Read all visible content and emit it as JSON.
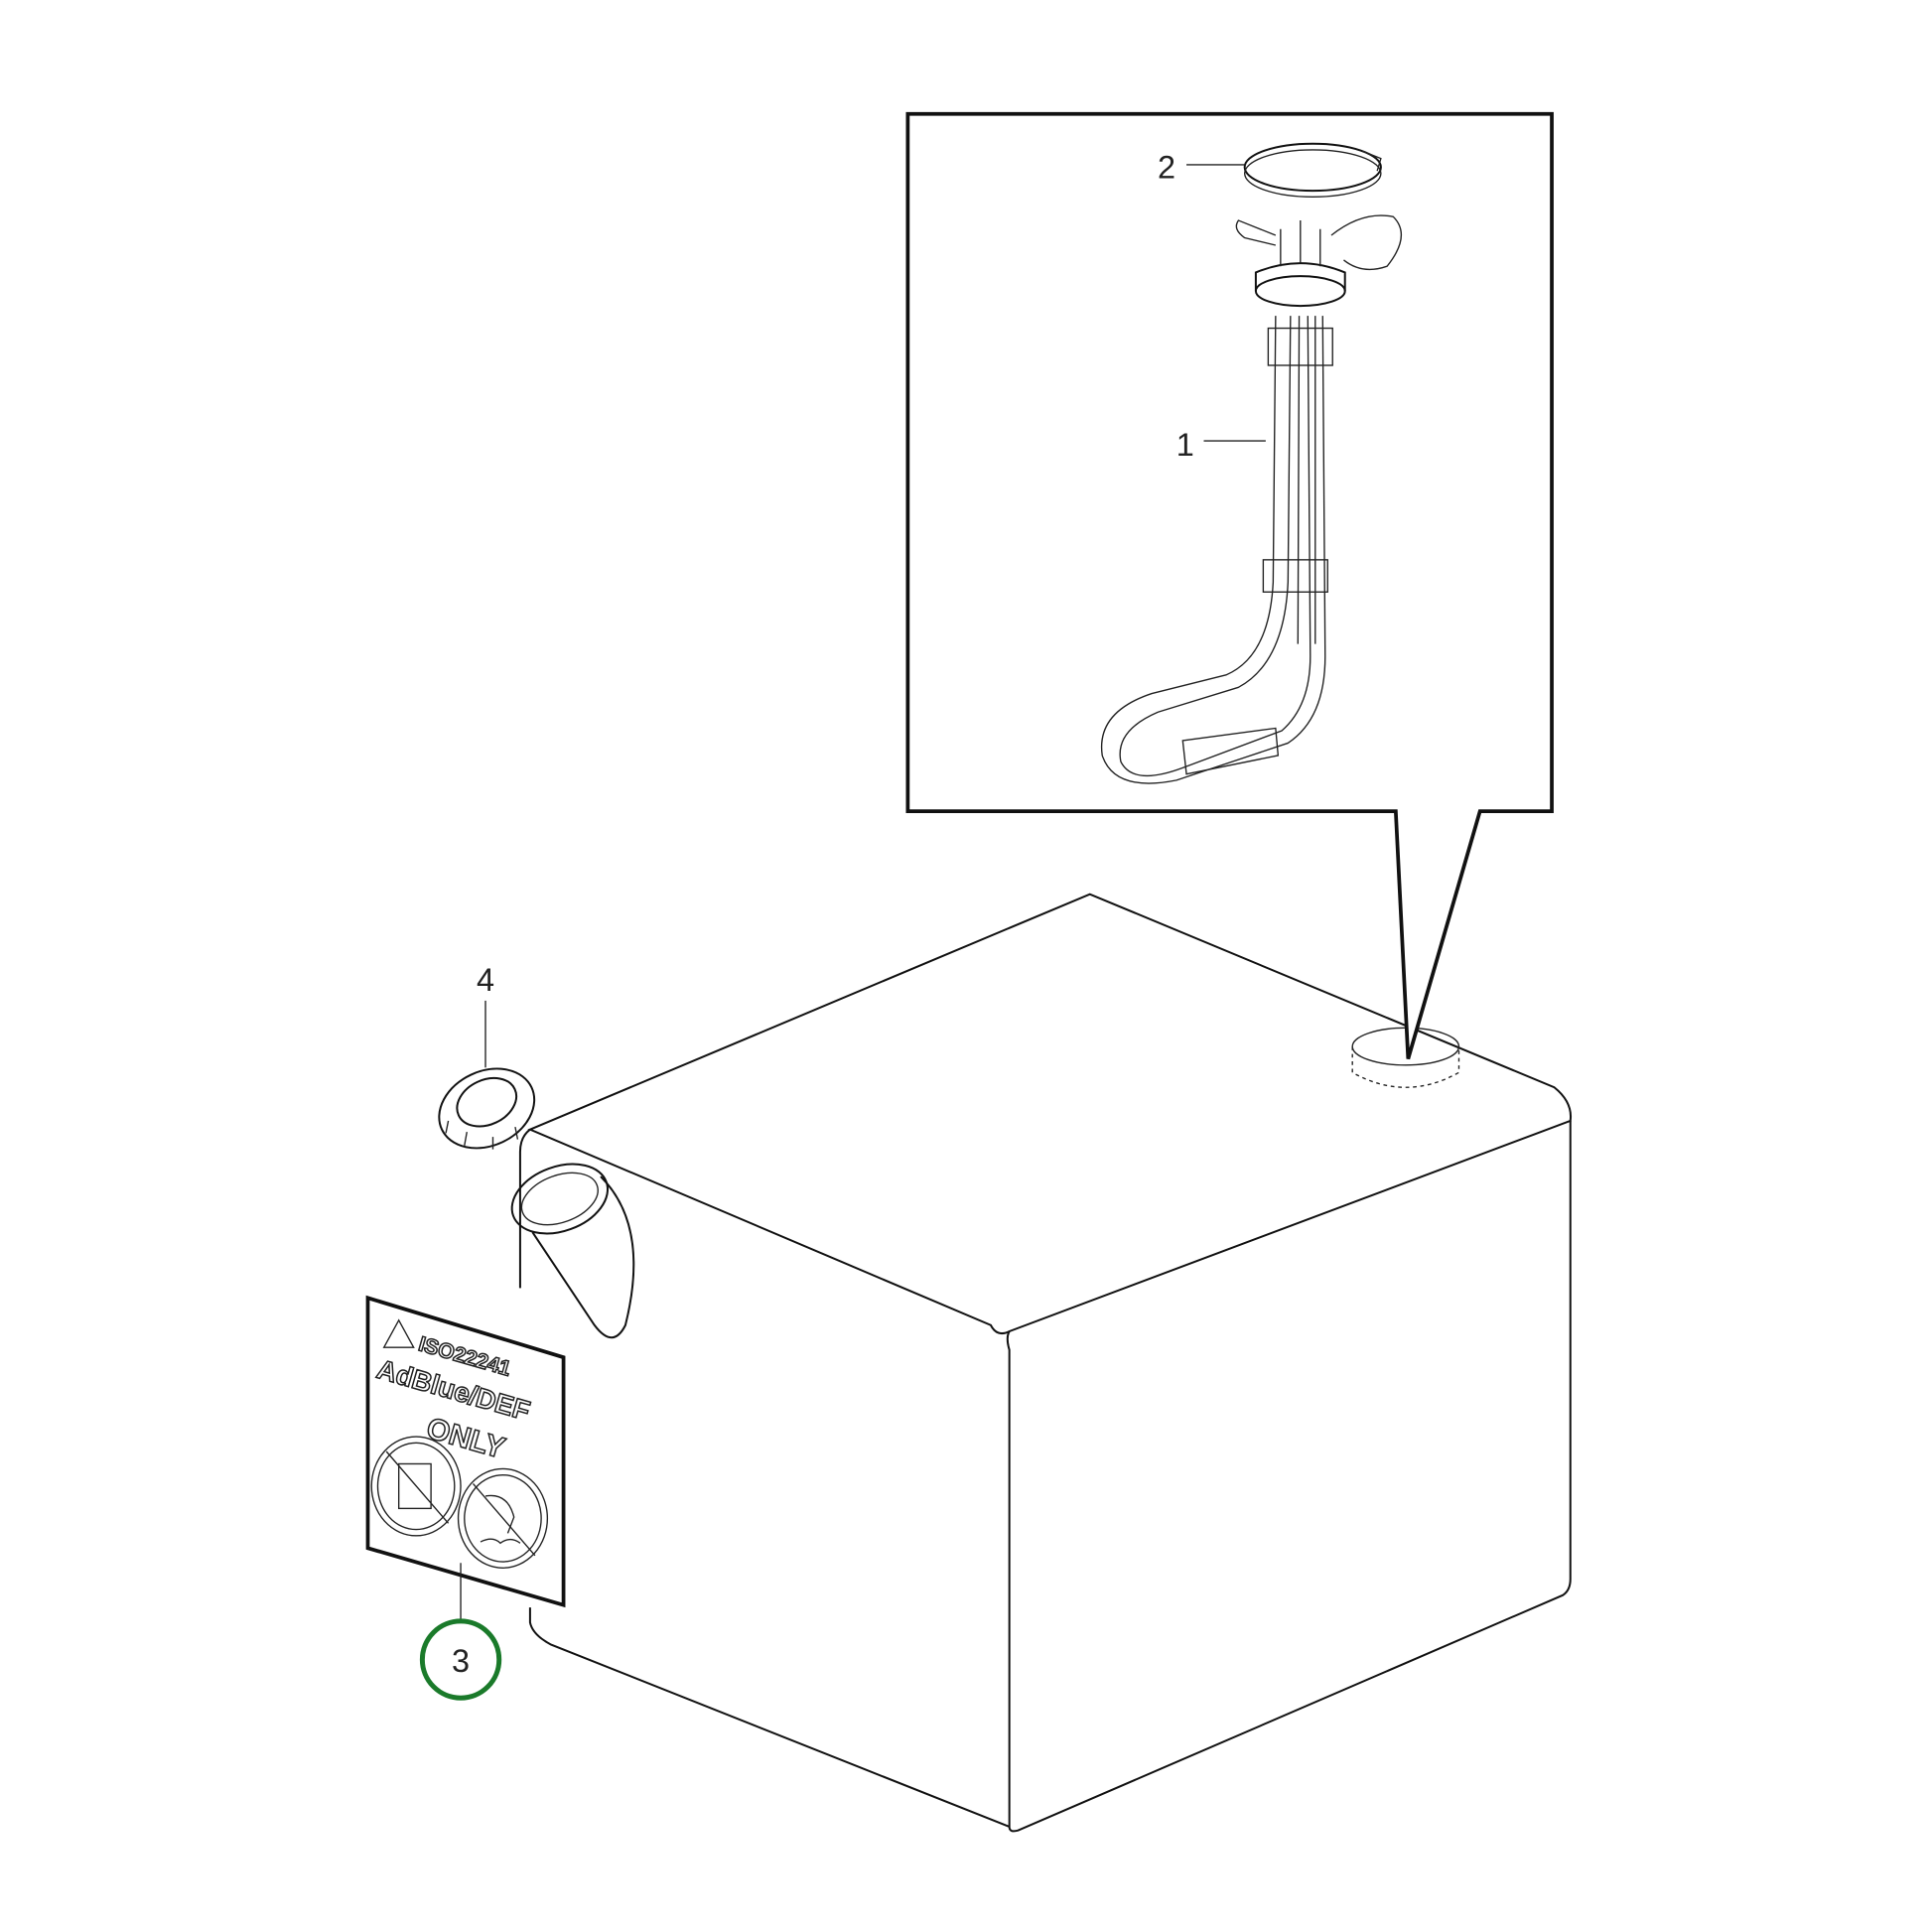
{
  "diagram": {
    "callouts": {
      "part1": "1",
      "part2": "2",
      "part3": "3",
      "part4": "4"
    },
    "highlight_color": "#1a7a2a",
    "sign": {
      "standard": "ISO22241",
      "fluid": "AdBlue/DEF",
      "restriction": "ONLY"
    }
  }
}
